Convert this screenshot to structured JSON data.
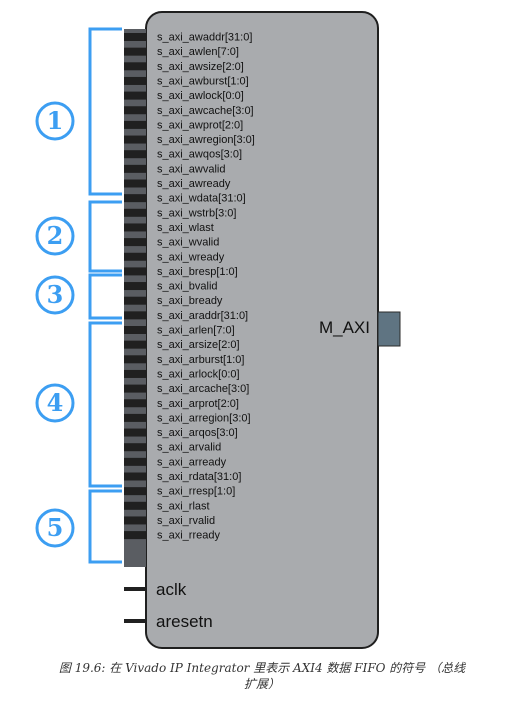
{
  "block": {
    "port_label": "M_AXI",
    "colors": {
      "body_fill": "#a9abae",
      "body_stroke": "#1f1f1f",
      "pin": "#202020",
      "bracket": "#3c9ef2",
      "port_fill": "#5f7482"
    }
  },
  "groups": [
    {
      "number": "1",
      "signals": [
        "s_axi_awaddr[31:0]",
        "s_axi_awlen[7:0]",
        "s_axi_awsize[2:0]",
        "s_axi_awburst[1:0]",
        "s_axi_awlock[0:0]",
        "s_axi_awcache[3:0]",
        "s_axi_awprot[2:0]",
        "s_axi_awregion[3:0]",
        "s_axi_awqos[3:0]",
        "s_axi_awvalid",
        "s_axi_awready"
      ]
    },
    {
      "number": "2",
      "signals": [
        "s_axi_wdata[31:0]",
        "s_axi_wstrb[3:0]",
        "s_axi_wlast",
        "s_axi_wvalid",
        "s_axi_wready"
      ]
    },
    {
      "number": "3",
      "signals": [
        "s_axi_bresp[1:0]",
        "s_axi_bvalid",
        "s_axi_bready"
      ]
    },
    {
      "number": "4",
      "signals": [
        "s_axi_araddr[31:0]",
        "s_axi_arlen[7:0]",
        "s_axi_arsize[2:0]",
        "s_axi_arburst[1:0]",
        "s_axi_arlock[0:0]",
        "s_axi_arcache[3:0]",
        "s_axi_arprot[2:0]",
        "s_axi_arregion[3:0]",
        "s_axi_arqos[3:0]",
        "s_axi_arvalid",
        "s_axi_arready"
      ]
    },
    {
      "number": "5",
      "signals": [
        "s_axi_rdata[31:0]",
        "s_axi_rresp[1:0]",
        "s_axi_rlast",
        "s_axi_rvalid",
        "s_axi_rready"
      ]
    }
  ],
  "standalone_pins": [
    {
      "label": "aclk"
    },
    {
      "label": "aresetn"
    }
  ],
  "caption": {
    "line1": "图 19.6:  在 Vivado IP Integrator 里表示 AXI4 数据 FIFO 的符号 （总线",
    "line2": "扩展）"
  }
}
